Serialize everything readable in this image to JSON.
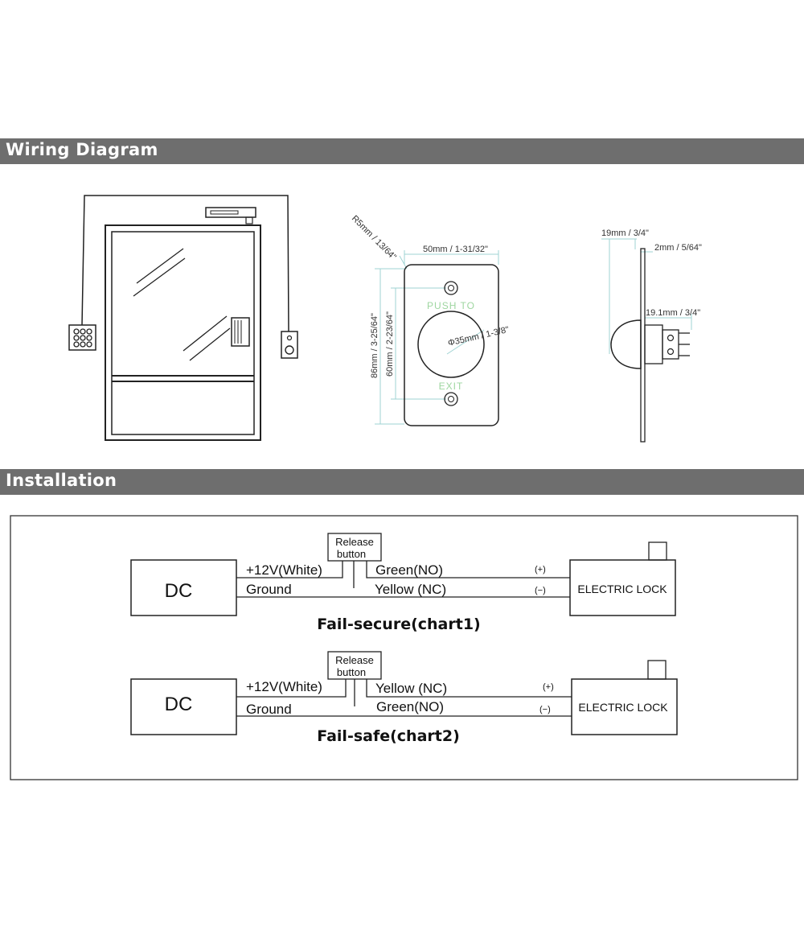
{
  "sections": {
    "wiring_title": "Wiring Diagram",
    "installation_title": "Installation"
  },
  "dimensions": {
    "radius": "R5mm / 13/64\"",
    "width": "50mm / 1-31/32\"",
    "height_outer": "86mm / 3-25/64\"",
    "height_inner": "60mm / 2-23/64\"",
    "diameter": "Φ35mm / 1-3/8\"",
    "depth": "19mm / 3/4\"",
    "plate": "2mm / 5/64\"",
    "button_depth": "19.1mm / 3/4\""
  },
  "plate_text": {
    "push_to": "PUSH TO",
    "exit": "EXIT"
  },
  "chart1": {
    "title": "Fail-secure(chart1)",
    "dc_label": "DC",
    "release_line1": "Release",
    "release_line2": "button",
    "wire_power": "+12V(White)",
    "wire_ground": "Ground",
    "wire_top": "Green(NO)",
    "wire_bottom": "Yellow (NC)",
    "pol_plus": "(+)",
    "pol_minus": "(−)",
    "lock_label": "ELECTRIC LOCK"
  },
  "chart2": {
    "title": "Fail-safe(chart2)",
    "dc_label": "DC",
    "release_line1": "Release",
    "release_line2": "button",
    "wire_power": "+12V(White)",
    "wire_ground": "Ground",
    "wire_top": "Yellow (NC)",
    "wire_bottom": "Green(NO)",
    "pol_plus": "(+)",
    "pol_minus": "(−)",
    "lock_label": "ELECTRIC LOCK"
  },
  "colors": {
    "section_bar": "#6e6e6e",
    "dimension_line": "#9fd3d3",
    "plate_text": "#9ed6a0"
  }
}
